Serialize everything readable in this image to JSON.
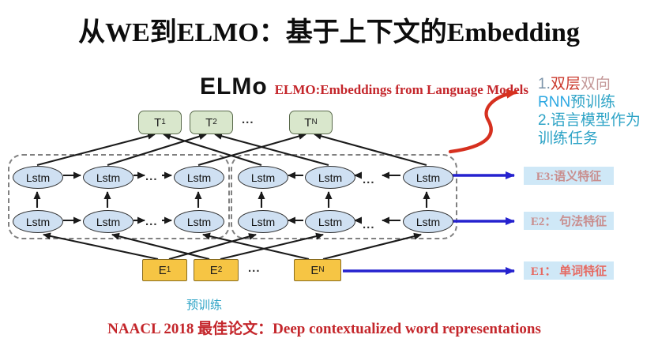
{
  "title": "从WE到ELMO：基于上下文的Embedding",
  "header": {
    "elmo": "ELMo",
    "subtitle": "ELMO:Embeddings from Language Models"
  },
  "annotations": {
    "line1_num": "1.",
    "line1_red": "双层",
    "line1_pink": "双向",
    "line2_en": "RNN",
    "line2_cn": "预训练",
    "line3": "2.语言模型作为",
    "line4": "训练任务"
  },
  "diagram": {
    "lstm_label": "Lstm",
    "dots": "...",
    "t_nodes": [
      {
        "base": "T",
        "sub": "1"
      },
      {
        "base": "T",
        "sub": "2"
      },
      {
        "base": "T",
        "sub": "N"
      }
    ],
    "e_nodes": [
      {
        "base": "E",
        "sub": "1"
      },
      {
        "base": "E",
        "sub": "2"
      },
      {
        "base": "E",
        "sub": "N"
      }
    ]
  },
  "features": [
    {
      "label": "E3:语义特征"
    },
    {
      "label": "E2： 句法特征"
    },
    {
      "label": "E1： 单词特征"
    }
  ],
  "footer": {
    "pretrain": "预训练",
    "paper": "NAACL 2018 最佳论文：Deep contextualized word representations"
  },
  "colors": {
    "accent_red": "#c4262b",
    "arrow_red": "#d6301f",
    "arrow_blue": "#2522cf",
    "cyan_text": "#2da3c6",
    "bright_blue_text": "#2aa7e2",
    "pink_text": "#c49898",
    "num_blue_text": "#7a92a8",
    "t_node_fill": "#d9e7cc",
    "e_node_fill": "#f6c544",
    "lstm_fill": "#cfe0f2",
    "feature_fill": "#cfe8f7",
    "feature_text": "#c98e8e",
    "feature_text_strong": "#e66a62"
  }
}
